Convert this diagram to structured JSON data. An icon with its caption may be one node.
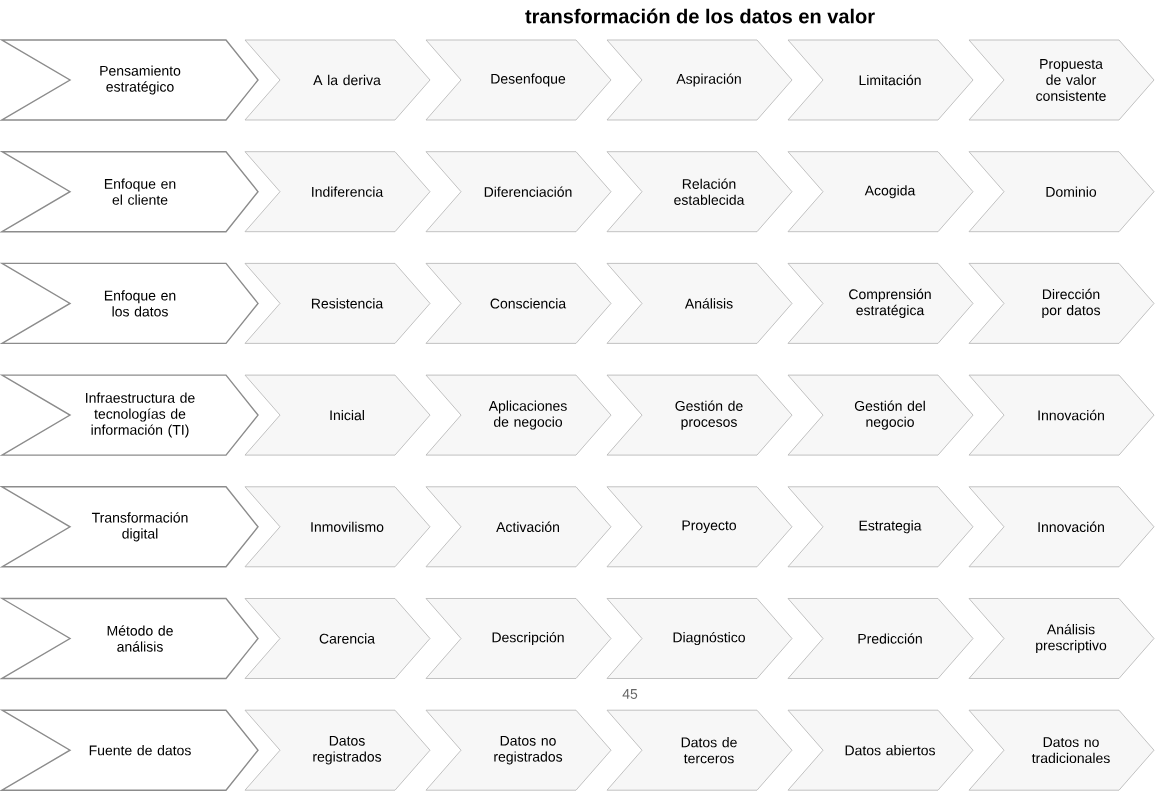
{
  "diagram": {
    "title": "transformación de los datos en valor",
    "nodes": [
      {
        "text": [
          "Pensamiento estratégico"
        ]
      },
      {
        "text": [
          "A la deriva"
        ]
      },
      {
        "text": [
          "Desenfoque"
        ]
      },
      {
        "text": [
          "Aspiración"
        ]
      },
      {
        "text": [
          "Limitación"
        ]
      },
      {
        "text": [
          "Propuesta de valor consistente"
        ]
      },
      {
        "text": [
          "Enfoque en el cliente"
        ]
      },
      {
        "text": [
          "Indiferencia"
        ]
      },
      {
        "text": [
          "Diferenciación"
        ]
      },
      {
        "text": [
          "Relación establecida"
        ]
      },
      {
        "text": [
          "Acogida"
        ]
      },
      {
        "text": [
          "Dominio"
        ]
      },
      {
        "text": [
          "Enfoque en los datos"
        ]
      },
      {
        "text": [
          "Resistencia"
        ]
      },
      {
        "text": [
          "Consciencia"
        ]
      },
      {
        "text": [
          "Análisis"
        ]
      },
      {
        "text": [
          "Comprensión estratégica"
        ]
      },
      {
        "text": [
          "Dirección por datos"
        ]
      },
      {
        "text": [
          "Infraestructura de tecnologías de información (TI)"
        ]
      },
      {
        "text": [
          "Inicial"
        ]
      },
      {
        "text": [
          "Aplicaciones de negocio"
        ]
      },
      {
        "text": [
          "Gestión de procesos"
        ]
      },
      {
        "text": [
          "Gestión del negocio"
        ]
      },
      {
        "text": [
          "Innovación"
        ]
      },
      {
        "text": [
          "Transformación digital"
        ]
      },
      {
        "text": [
          "Inmovilismo"
        ]
      },
      {
        "text": [
          "Activación"
        ]
      },
      {
        "text": [
          "Proyecto"
        ]
      },
      {
        "text": [
          "Estrategia"
        ]
      },
      {
        "text": [
          "Innovación"
        ]
      },
      {
        "text": [
          "Método de análisis"
        ]
      },
      {
        "text": [
          "Carencia"
        ]
      },
      {
        "text": [
          "Descripción"
        ]
      },
      {
        "text": [
          "Diagnóstico"
        ]
      },
      {
        "text": [
          "Predicción"
        ]
      },
      {
        "text": [
          "Análisis prescriptivo"
        ]
      },
      {
        "text": [
          "Fuente de datos"
        ]
      },
      {
        "text": [
          "Datos registrados"
        ]
      },
      {
        "text": [
          "Datos no registrados"
        ]
      },
      {
        "text": [
          "Datos de terceros"
        ]
      },
      {
        "text": [
          "Datos abiertos"
        ]
      },
      {
        "text": [
          "Datos no tradicionales"
        ]
      }
    ],
    "labels": [
      "45"
    ]
  }
}
